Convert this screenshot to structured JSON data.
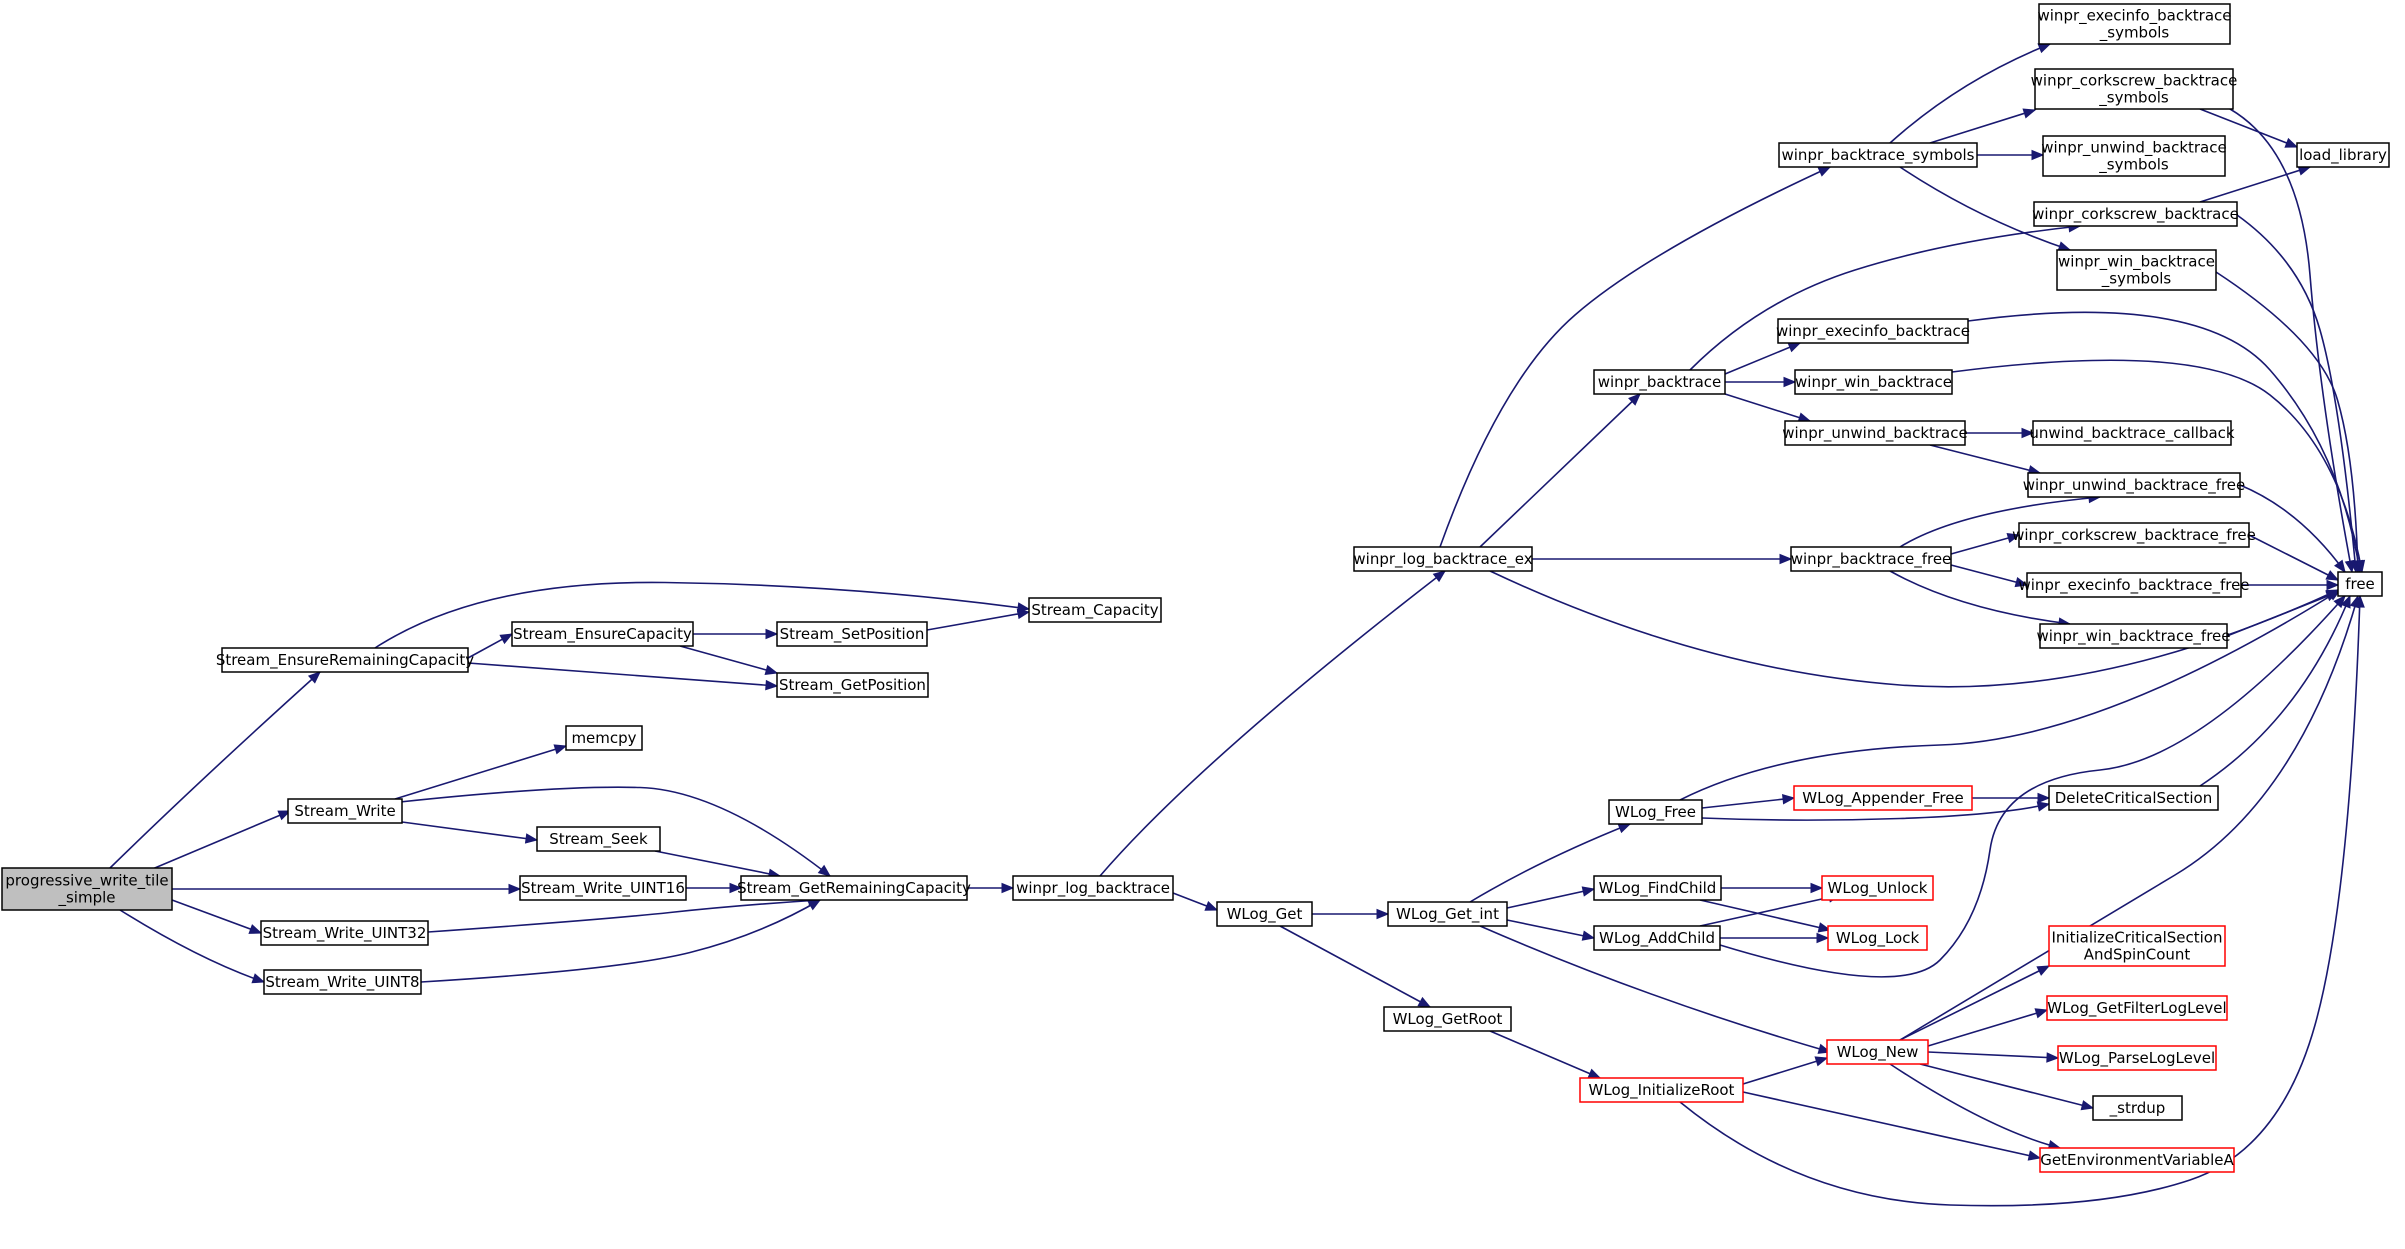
{
  "graph": {
    "root": "progressive_write_tile_simple",
    "colors": {
      "edge": "#191970",
      "node_border": "#000000",
      "truncated_border": "#ff0000",
      "root_fill": "#bfbfbf"
    },
    "nodes": [
      {
        "id": "pwts",
        "label": [
          "progressive_write_tile",
          "_simple"
        ],
        "root": true
      },
      {
        "id": "serc",
        "label": [
          "Stream_EnsureRemainingCapacity"
        ]
      },
      {
        "id": "sw",
        "label": [
          "Stream_Write"
        ]
      },
      {
        "id": "sw16",
        "label": [
          "Stream_Write_UINT16"
        ]
      },
      {
        "id": "sw32",
        "label": [
          "Stream_Write_UINT32"
        ]
      },
      {
        "id": "sw8",
        "label": [
          "Stream_Write_UINT8"
        ]
      },
      {
        "id": "sec",
        "label": [
          "Stream_EnsureCapacity"
        ]
      },
      {
        "id": "ssp",
        "label": [
          "Stream_SetPosition"
        ]
      },
      {
        "id": "scap",
        "label": [
          "Stream_Capacity"
        ]
      },
      {
        "id": "sgp",
        "label": [
          "Stream_GetPosition"
        ]
      },
      {
        "id": "memcpy",
        "label": [
          "memcpy"
        ]
      },
      {
        "id": "sseek",
        "label": [
          "Stream_Seek"
        ]
      },
      {
        "id": "sgrc",
        "label": [
          "Stream_GetRemainingCapacity"
        ]
      },
      {
        "id": "wlb",
        "label": [
          "winpr_log_backtrace"
        ]
      },
      {
        "id": "wlbe",
        "label": [
          "winpr_log_backtrace_ex"
        ]
      },
      {
        "id": "wlget",
        "label": [
          "WLog_Get"
        ]
      },
      {
        "id": "wgi",
        "label": [
          "WLog_Get_int"
        ]
      },
      {
        "id": "wgr",
        "label": [
          "WLog_GetRoot"
        ]
      },
      {
        "id": "wir",
        "label": [
          "WLog_InitializeRoot"
        ],
        "truncated": true
      },
      {
        "id": "wbs",
        "label": [
          "winpr_backtrace_symbols"
        ]
      },
      {
        "id": "wb",
        "label": [
          "winpr_backtrace"
        ]
      },
      {
        "id": "wbf",
        "label": [
          "winpr_backtrace_free"
        ]
      },
      {
        "id": "webs",
        "label": [
          "winpr_execinfo_backtrace",
          "_symbols"
        ]
      },
      {
        "id": "wcbs",
        "label": [
          "winpr_corkscrew_backtrace",
          "_symbols"
        ]
      },
      {
        "id": "wubs",
        "label": [
          "winpr_unwind_backtrace",
          "_symbols"
        ]
      },
      {
        "id": "wcb",
        "label": [
          "winpr_corkscrew_backtrace"
        ]
      },
      {
        "id": "wwbs",
        "label": [
          "winpr_win_backtrace",
          "_symbols"
        ]
      },
      {
        "id": "web",
        "label": [
          "winpr_execinfo_backtrace"
        ]
      },
      {
        "id": "wwb",
        "label": [
          "winpr_win_backtrace"
        ]
      },
      {
        "id": "wub",
        "label": [
          "winpr_unwind_backtrace"
        ]
      },
      {
        "id": "ubc",
        "label": [
          "unwind_backtrace_callback"
        ]
      },
      {
        "id": "wubf",
        "label": [
          "winpr_unwind_backtrace_free"
        ]
      },
      {
        "id": "wcbf",
        "label": [
          "winpr_corkscrew_backtrace_free"
        ]
      },
      {
        "id": "webf",
        "label": [
          "winpr_execinfo_backtrace_free"
        ]
      },
      {
        "id": "wwbf",
        "label": [
          "winpr_win_backtrace_free"
        ]
      },
      {
        "id": "loadlib",
        "label": [
          "load_library"
        ]
      },
      {
        "id": "free",
        "label": [
          "free"
        ]
      },
      {
        "id": "wfree",
        "label": [
          "WLog_Free"
        ]
      },
      {
        "id": "wapf",
        "label": [
          "WLog_Appender_Free"
        ],
        "truncated": true
      },
      {
        "id": "dcs",
        "label": [
          "DeleteCriticalSection"
        ]
      },
      {
        "id": "wfc",
        "label": [
          "WLog_FindChild"
        ]
      },
      {
        "id": "wac",
        "label": [
          "WLog_AddChild"
        ]
      },
      {
        "id": "wunlock",
        "label": [
          "WLog_Unlock"
        ],
        "truncated": true
      },
      {
        "id": "wlock",
        "label": [
          "WLog_Lock"
        ],
        "truncated": true
      },
      {
        "id": "wnew",
        "label": [
          "WLog_New"
        ],
        "truncated": true
      },
      {
        "id": "icsasc",
        "label": [
          "InitializeCriticalSection",
          "AndSpinCount"
        ],
        "truncated": true
      },
      {
        "id": "wgfl",
        "label": [
          "WLog_GetFilterLogLevel"
        ],
        "truncated": true
      },
      {
        "id": "wpll",
        "label": [
          "WLog_ParseLogLevel"
        ],
        "truncated": true
      },
      {
        "id": "strdup",
        "label": [
          "_strdup"
        ]
      },
      {
        "id": "gev",
        "label": [
          "GetEnvironmentVariableA"
        ],
        "truncated": true
      }
    ],
    "edges": [
      [
        "pwts",
        "serc"
      ],
      [
        "pwts",
        "sw"
      ],
      [
        "pwts",
        "sw16"
      ],
      [
        "pwts",
        "sw32"
      ],
      [
        "pwts",
        "sw8"
      ],
      [
        "serc",
        "scap"
      ],
      [
        "serc",
        "sec"
      ],
      [
        "serc",
        "sgp"
      ],
      [
        "sec",
        "ssp"
      ],
      [
        "sec",
        "sgp"
      ],
      [
        "ssp",
        "scap"
      ],
      [
        "sw",
        "memcpy"
      ],
      [
        "sw",
        "sseek"
      ],
      [
        "sw",
        "sgrc"
      ],
      [
        "sseek",
        "sgrc"
      ],
      [
        "sw16",
        "sgrc"
      ],
      [
        "sw32",
        "sgrc"
      ],
      [
        "sw8",
        "sgrc"
      ],
      [
        "sgrc",
        "wlb"
      ],
      [
        "wlb",
        "wlbe"
      ],
      [
        "wlb",
        "wlget"
      ],
      [
        "wlbe",
        "wbs"
      ],
      [
        "wlbe",
        "wb"
      ],
      [
        "wlbe",
        "wbf"
      ],
      [
        "wlbe",
        "free"
      ],
      [
        "wbs",
        "webs"
      ],
      [
        "wbs",
        "wcbs"
      ],
      [
        "wbs",
        "wubs"
      ],
      [
        "wbs",
        "wwbs"
      ],
      [
        "wcbs",
        "loadlib"
      ],
      [
        "wcbs",
        "free"
      ],
      [
        "wb",
        "wcb"
      ],
      [
        "wb",
        "web"
      ],
      [
        "wb",
        "wwb"
      ],
      [
        "wb",
        "wub"
      ],
      [
        "wcb",
        "loadlib"
      ],
      [
        "wcb",
        "free"
      ],
      [
        "wwbs",
        "free"
      ],
      [
        "web",
        "free"
      ],
      [
        "wwb",
        "free"
      ],
      [
        "wub",
        "ubc"
      ],
      [
        "wub",
        "wubf"
      ],
      [
        "wbf",
        "wubf"
      ],
      [
        "wbf",
        "wcbf"
      ],
      [
        "wbf",
        "webf"
      ],
      [
        "wbf",
        "wwbf"
      ],
      [
        "wubf",
        "free"
      ],
      [
        "wcbf",
        "free"
      ],
      [
        "webf",
        "free"
      ],
      [
        "wwbf",
        "free"
      ],
      [
        "wlget",
        "wgi"
      ],
      [
        "wlget",
        "wgr"
      ],
      [
        "wgi",
        "wfree"
      ],
      [
        "wgi",
        "wfc"
      ],
      [
        "wgi",
        "wac"
      ],
      [
        "wgi",
        "wnew"
      ],
      [
        "wfree",
        "free"
      ],
      [
        "wfree",
        "wapf"
      ],
      [
        "wfree",
        "dcs"
      ],
      [
        "wapf",
        "dcs"
      ],
      [
        "dcs",
        "free"
      ],
      [
        "wfc",
        "wunlock"
      ],
      [
        "wfc",
        "wlock"
      ],
      [
        "wac",
        "wunlock"
      ],
      [
        "wac",
        "wlock"
      ],
      [
        "wac",
        "free"
      ],
      [
        "wgr",
        "wir"
      ],
      [
        "wir",
        "wnew"
      ],
      [
        "wir",
        "gev"
      ],
      [
        "wir",
        "free"
      ],
      [
        "wnew",
        "free"
      ],
      [
        "wnew",
        "icsasc"
      ],
      [
        "wnew",
        "wgfl"
      ],
      [
        "wnew",
        "wpll"
      ],
      [
        "wnew",
        "strdup"
      ],
      [
        "wnew",
        "gev"
      ]
    ]
  }
}
